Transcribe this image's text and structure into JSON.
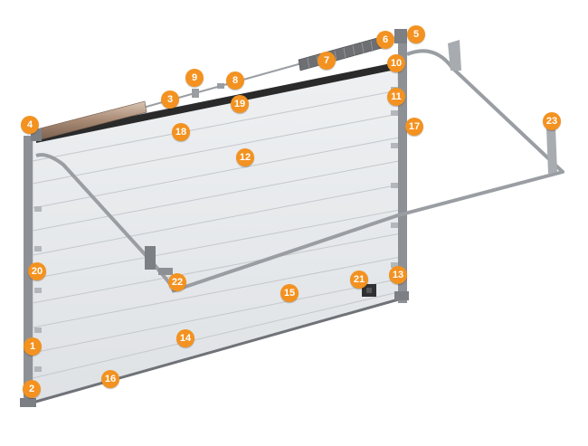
{
  "diagram": {
    "colors": {
      "callout": "#f39220",
      "callout_text": "#ffffff",
      "frame": "#8d9196",
      "panel": "#e9ebed",
      "panel_line": "#c9cdd1",
      "rail": "#9a9ea3",
      "spring_shaft": "#b59a86",
      "header": "#2a2a2a"
    },
    "callouts": [
      {
        "label": "1"
      },
      {
        "label": "2"
      },
      {
        "label": "3"
      },
      {
        "label": "4"
      },
      {
        "label": "5"
      },
      {
        "label": "6"
      },
      {
        "label": "7"
      },
      {
        "label": "8"
      },
      {
        "label": "9"
      },
      {
        "label": "10"
      },
      {
        "label": "11"
      },
      {
        "label": "12"
      },
      {
        "label": "13"
      },
      {
        "label": "14"
      },
      {
        "label": "15"
      },
      {
        "label": "16"
      },
      {
        "label": "17"
      },
      {
        "label": "18"
      },
      {
        "label": "19"
      },
      {
        "label": "20"
      },
      {
        "label": "21"
      },
      {
        "label": "22"
      },
      {
        "label": "23"
      }
    ]
  }
}
